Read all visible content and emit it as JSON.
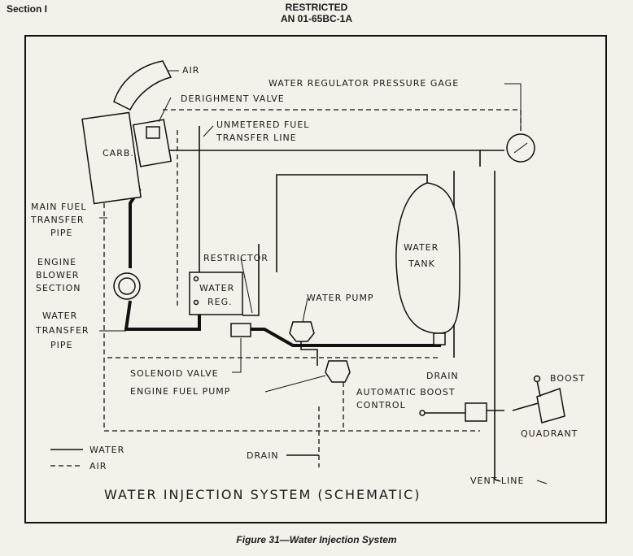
{
  "header": {
    "section": "Section I",
    "classification": "RESTRICTED",
    "document_number": "AN 01-65BC-1A"
  },
  "diagram": {
    "title": "WATER INJECTION SYSTEM (SCHEMATIC)",
    "labels": {
      "air": "AIR",
      "derichment_valve": "DERIGHMENT VALVE",
      "water_regulator_pressure_gage": "WATER REGULATOR PRESSURE GAGE",
      "unmetered_fuel_1": "UNMETERED FUEL",
      "unmetered_fuel_2": "TRANSFER LINE",
      "carb": "CARB.",
      "main_fuel_1": "MAIN FUEL",
      "main_fuel_2": "TRANSFER",
      "main_fuel_3": "PIPE",
      "engine_blower_1": "ENGINE",
      "engine_blower_2": "BLOWER",
      "engine_blower_3": "SECTION",
      "restrictor": "RESTRICTOR",
      "water_reg_1": "WATER",
      "water_reg_2": "REG.",
      "water_tank_1": "WATER",
      "water_tank_2": "TANK",
      "water_pump": "WATER PUMP",
      "water_transfer_1": "WATER",
      "water_transfer_2": "TRANSFER",
      "water_transfer_3": "PIPE",
      "solenoid_valve": "SOLENOID VALVE",
      "engine_fuel_pump": "ENGINE FUEL PUMP",
      "drain_tank": "DRAIN",
      "automatic_boost_1": "AUTOMATIC BOOST",
      "automatic_boost_2": "CONTROL",
      "boost": "BOOST",
      "quadrant": "QUADRANT",
      "drain_bottom": "DRAIN",
      "vent_line": "VENT LINE"
    },
    "legend": [
      {
        "label": "WATER",
        "style": "solid"
      },
      {
        "label": "AIR",
        "style": "dashed"
      }
    ]
  },
  "caption": "Figure 31—Water Injection System",
  "colors": {
    "paper": "#f4f1ea",
    "ink": "#111111"
  }
}
